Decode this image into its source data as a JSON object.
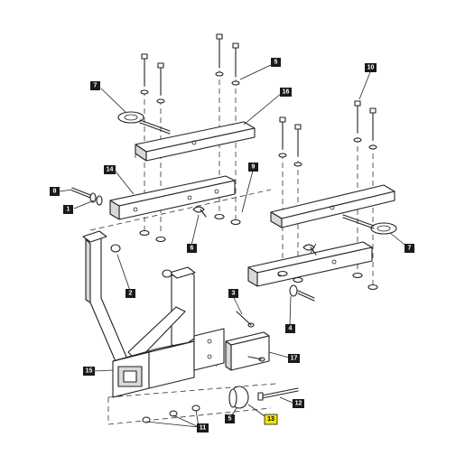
{
  "diagram": {
    "callouts": [
      {
        "id": "7a",
        "label": "7"
      },
      {
        "id": "5a",
        "label": "5"
      },
      {
        "id": "16",
        "label": "16"
      },
      {
        "id": "10",
        "label": "10"
      },
      {
        "id": "14",
        "label": "14"
      },
      {
        "id": "8",
        "label": "8"
      },
      {
        "id": "1",
        "label": "1"
      },
      {
        "id": "9",
        "label": "9"
      },
      {
        "id": "6",
        "label": "6"
      },
      {
        "id": "7b",
        "label": "7"
      },
      {
        "id": "2",
        "label": "2"
      },
      {
        "id": "3",
        "label": "3"
      },
      {
        "id": "4",
        "label": "4"
      },
      {
        "id": "15",
        "label": "15"
      },
      {
        "id": "17",
        "label": "17"
      },
      {
        "id": "12",
        "label": "12"
      },
      {
        "id": "11",
        "label": "11"
      },
      {
        "id": "5b",
        "label": "5"
      },
      {
        "id": "13",
        "label": "13",
        "highlighted": true
      }
    ],
    "colors": {
      "line": "#222222",
      "callout_bg": "#1a1a1a",
      "highlight": "#f2e300"
    }
  }
}
